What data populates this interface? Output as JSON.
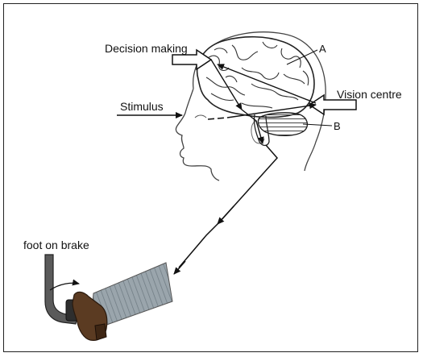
{
  "figure": {
    "labels": {
      "decision_making": "Decision making",
      "a": "A",
      "vision_centre": "Vision centre",
      "stimulus": "Stimulus",
      "b": "B",
      "foot_on_brake": "foot on brake"
    },
    "colors": {
      "line": "#111111",
      "skin": "#e9c9a4",
      "sleeve": "#8e9aa2",
      "shoe": "#5b3b22",
      "pedal": "#555555"
    }
  }
}
